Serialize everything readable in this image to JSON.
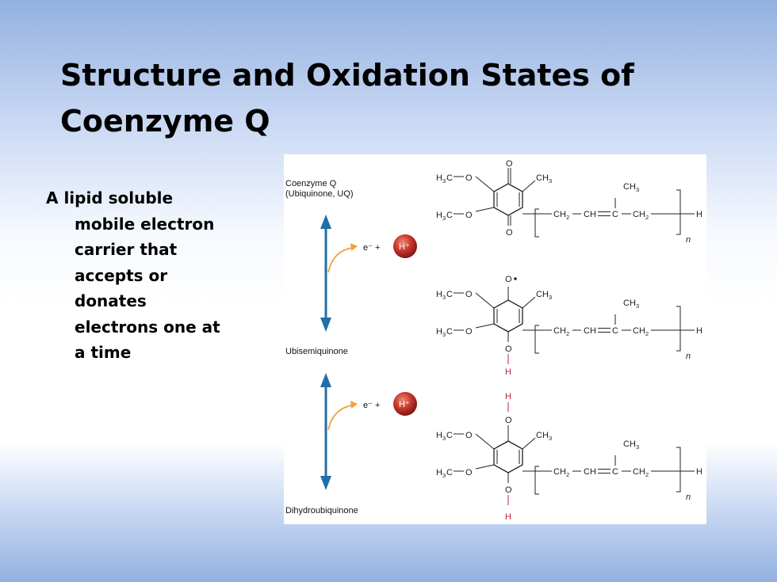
{
  "slide": {
    "title_lines": [
      "Structure and Oxidation States of",
      "Coenzyme Q"
    ],
    "body_lines": [
      "A lipid soluble",
      "mobile electron",
      "carrier that",
      "accepts or",
      "donates",
      "electrons one at",
      "a time"
    ]
  },
  "figure": {
    "states": [
      {
        "name_line1": "Coenzyme Q",
        "name_line2": "(Ubiquinone, UQ)"
      },
      {
        "name_line1": "Ubisemiquinone"
      },
      {
        "name_line1": "Dihydroubiquinone"
      }
    ],
    "reaction": {
      "electron": "e⁻ +",
      "proton": "H⁺"
    },
    "repeat_index": "n",
    "colors": {
      "arrow": "#1f6fa8",
      "curved_arrow": "#f2a23a",
      "proton_ball": "#c8352b",
      "hydrogen": "#b12a3d"
    }
  }
}
